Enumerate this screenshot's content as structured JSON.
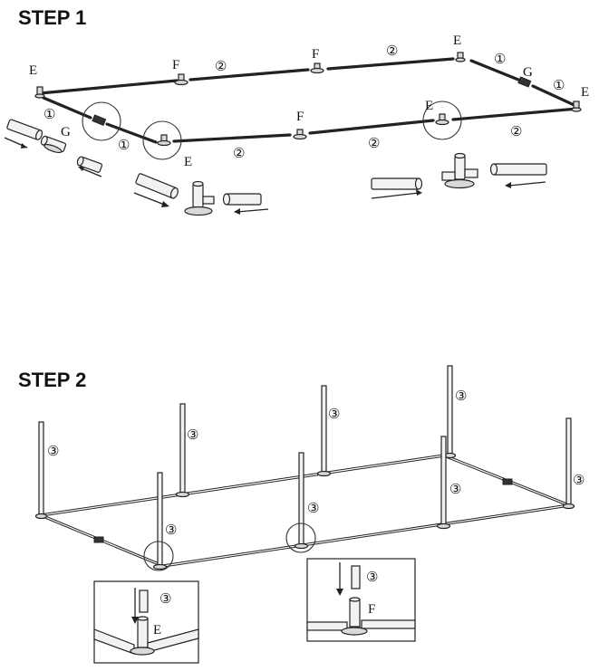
{
  "step1": {
    "title": "STEP 1",
    "labels": {
      "E": "E",
      "F": "F",
      "G": "G",
      "one": "①",
      "two": "②"
    }
  },
  "step2": {
    "title": "STEP 2",
    "labels": {
      "E": "E",
      "F": "F",
      "three": "③"
    }
  }
}
